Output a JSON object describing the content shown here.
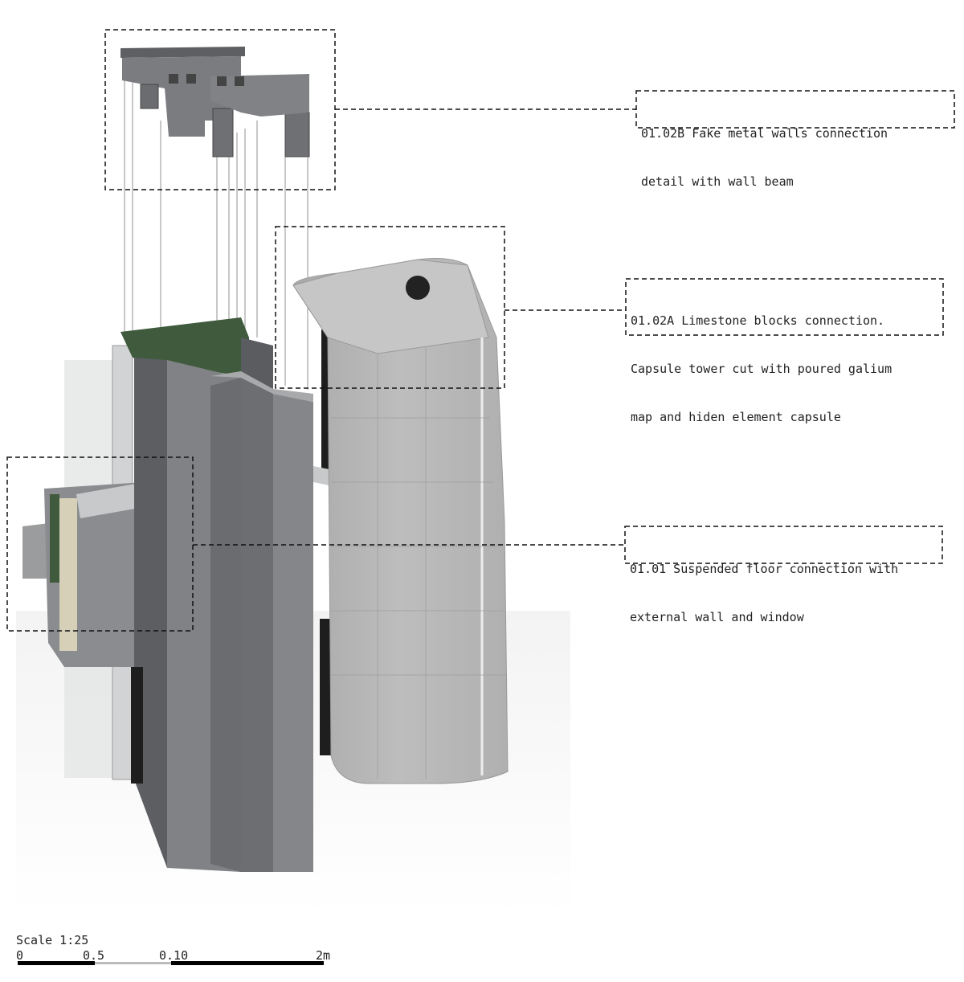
{
  "callouts": [
    {
      "id": "01.02B",
      "lines": [
        "01.02B Fake metal walls connection",
        "detail with wall beam"
      ]
    },
    {
      "id": "01.02A",
      "lines": [
        "01.02A Limestone blocks connection.",
        "Capsule tower cut with poured galium",
        "map and hiden element capsule"
      ]
    },
    {
      "id": "01.01",
      "lines": [
        "01.01 Suspended floor connection with",
        "external wall and window"
      ]
    }
  ],
  "scale": {
    "title": "Scale 1:25",
    "ticks": [
      "0",
      "0.5",
      "0.10",
      "2m"
    ]
  },
  "colors": {
    "metal": "#7d7f82",
    "metal_dark": "#55575a",
    "green": "#3f5a3c",
    "stone": "#b9b9b9",
    "dash": "#111111"
  }
}
